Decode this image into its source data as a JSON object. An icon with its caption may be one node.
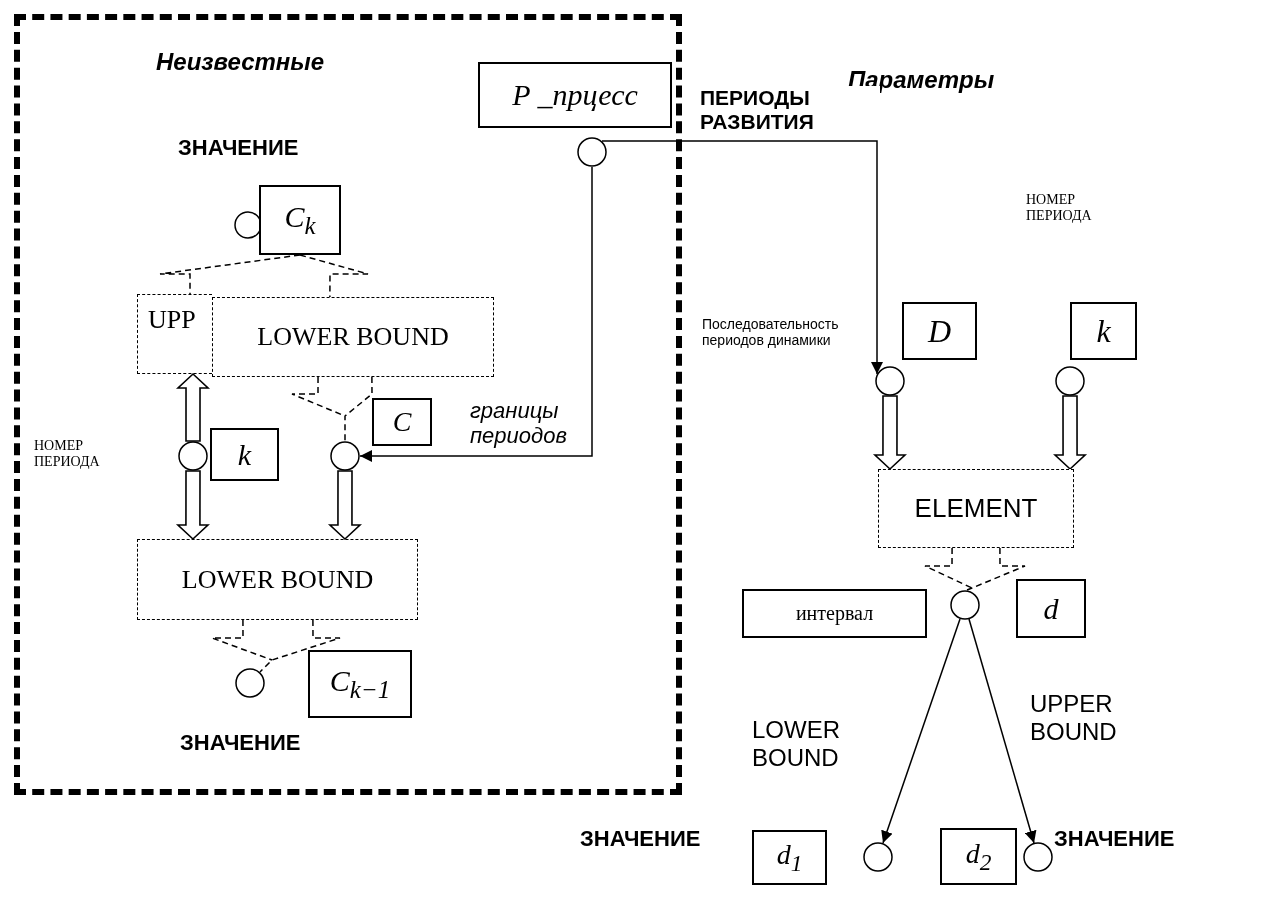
{
  "diagram": {
    "nodes": [
      {
        "text": [
          "Неизвестные"
        ]
      },
      {
        "text": [
          "P _прцесс"
        ],
        "in": 0
      },
      {
        "text": [],
        "shape": "circle",
        "in": 0
      },
      {
        "text": [
          "C$_{k}$"
        ],
        "in": 0
      },
      {
        "text": [],
        "shape": "circle",
        "in": 0
      },
      {
        "text": [
          "UPP"
        ],
        "in": 0
      },
      {
        "text": [
          "LOWER BOUND"
        ],
        "in": 0
      },
      {
        "text": [
          "C"
        ],
        "in": 0
      },
      {
        "text": [],
        "shape": "circle",
        "in": 0
      },
      {
        "text": [
          "k"
        ],
        "in": 0
      },
      {
        "text": [],
        "shape": "circle",
        "in": 0
      },
      {
        "text": [
          "LOWER BOUND"
        ],
        "in": 0
      },
      {
        "text": [],
        "shape": "circle",
        "in": 0
      },
      {
        "text": [
          "C$_{k−1}$"
        ],
        "in": 0
      },
      {
        "text": [
          "D"
        ]
      },
      {
        "text": [],
        "shape": "circle"
      },
      {
        "text": [
          "k"
        ]
      },
      {
        "text": [],
        "shape": "circle"
      },
      {
        "text": [
          "ELEMENT"
        ]
      },
      {
        "text": [
          "интервал"
        ]
      },
      {
        "text": [],
        "shape": "circle"
      },
      {
        "text": [
          "d"
        ]
      },
      {
        "text": [
          "d$_{1}$"
        ]
      },
      {
        "text": [],
        "shape": "circle"
      },
      {
        "text": [
          "d$_{2}$"
        ]
      },
      {
        "text": [],
        "shape": "circle"
      }
    ],
    "edges": [
      {
        "from": 2,
        "to": 15,
        "arrow": "to",
        "label": "ПЕРИОДЫ РАЗВИТИЯ"
      },
      {
        "from": 2,
        "to": 10,
        "arrow": "to",
        "label": "границы периодов"
      },
      {
        "from": 20,
        "to": 23,
        "arrow": "to",
        "label": "LOWER BOUND"
      },
      {
        "from": 20,
        "to": 25,
        "arrow": "to",
        "label": "UPPER BOUND"
      },
      {
        "from": 8,
        "to": 5,
        "arrow": "to",
        "style": "thick"
      },
      {
        "from": 8,
        "to": 11,
        "arrow": "to",
        "style": "thick"
      },
      {
        "from": 10,
        "to": 11,
        "arrow": "to",
        "style": "thick"
      },
      {
        "from": 15,
        "to": 18,
        "arrow": "to",
        "style": "thick"
      },
      {
        "from": 17,
        "to": 18,
        "arrow": "to",
        "style": "thick"
      },
      {
        "from": 3,
        "to": 5,
        "arrow": "none",
        "style": "dashed"
      },
      {
        "from": 3,
        "to": 6,
        "arrow": "none",
        "style": "dashed"
      },
      {
        "from": 6,
        "to": 10,
        "arrow": "none",
        "style": "dashed"
      },
      {
        "from": 11,
        "to": 12,
        "arrow": "none",
        "style": "dashed"
      },
      {
        "from": 18,
        "to": 20,
        "arrow": "none",
        "style": "dashed"
      }
    ],
    "labels": [
      "Параметры",
      "ЗНАЧЕНИЕ",
      "НОМЕР ПЕРИОДА",
      "Последовательность периодов динамики",
      "НОМЕР ПЕРИОДА",
      "ЗНАЧЕНИЕ",
      "ЗНАЧЕНИЕ",
      "ЗНАЧЕНИЕ"
    ]
  }
}
